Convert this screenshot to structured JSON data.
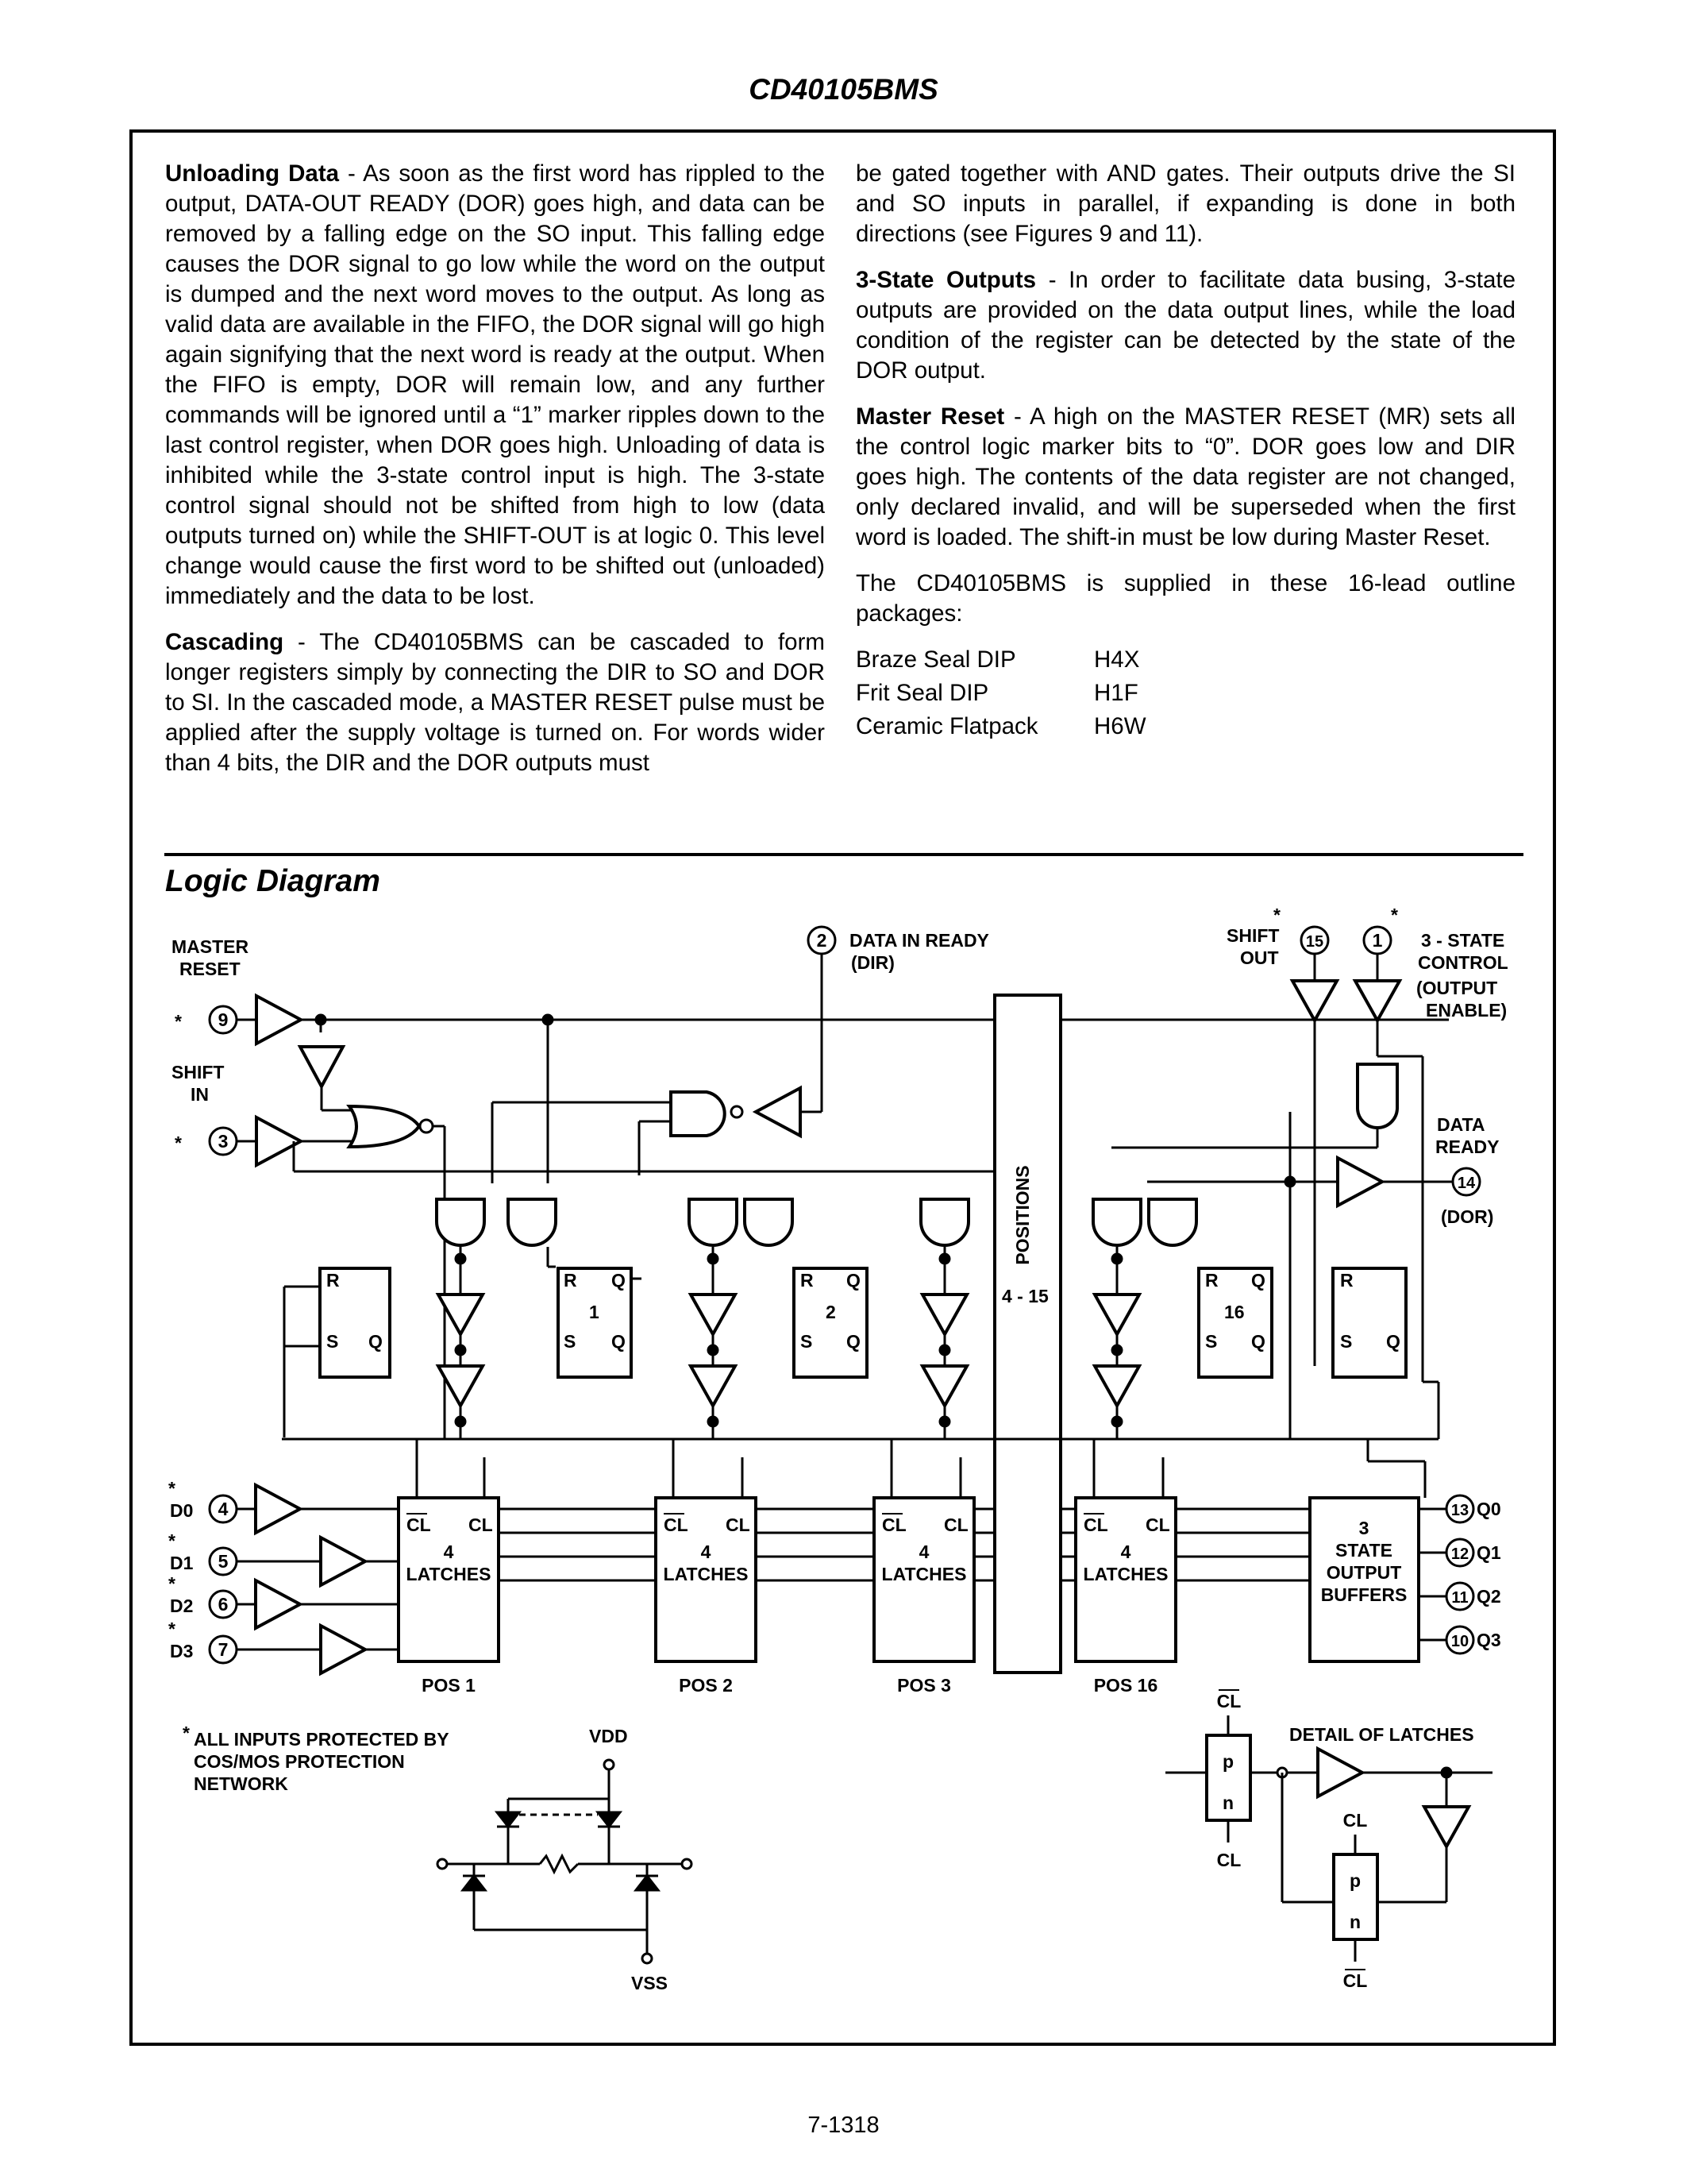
{
  "header": {
    "title": "CD40105BMS"
  },
  "left_column": {
    "unloading_heading": "Unloading Data",
    "unloading_text": " - As soon as the first word has rippled to the output, DATA-OUT READY (DOR) goes high, and data can be removed by a falling edge on the SO input. This falling edge causes the DOR signal to go low while the word on the output is dumped and the next word moves to the output. As long as valid data are available in the FIFO, the DOR signal will go high again signifying that the next word is ready at the output. When the FIFO is empty, DOR will remain low, and any further commands will be ignored until a “1” marker ripples down to the last control register, when DOR goes high. Unloading of data is inhibited while the 3-state control input is high. The 3-state control signal should not be shifted from high to low (data outputs turned on) while the SHIFT-OUT is at logic 0. This level change would cause the first word to be shifted out (unloaded) immediately and the data to be lost.",
    "cascading_heading": "Cascading",
    "cascading_text": " - The CD40105BMS can be cascaded to form longer registers simply by connecting the DIR to SO and DOR to SI. In the cascaded mode, a MASTER RESET pulse must be applied after the supply voltage is turned on. For words wider than 4 bits, the DIR and the DOR outputs must"
  },
  "right_column": {
    "continued_text": "be gated together with AND gates. Their outputs drive the SI and SO inputs in parallel, if expanding is done in both directions (see Figures 9 and 11).",
    "three_state_heading": "3-State Outputs",
    "three_state_text": " - In order to facilitate data busing, 3-state outputs are provided on the data output lines, while the load condition of the register can be detected by the state of the DOR output.",
    "master_reset_heading": "Master Reset",
    "master_reset_text": " - A high on the MASTER RESET (MR) sets all the control logic marker bits to “0”. DOR goes low and DIR goes high. The contents of the data register are not changed, only declared invalid, and will be superseded when the first word is loaded. The shift-in must be low during Master Reset.",
    "packages_intro": "The CD40105BMS is supplied in these 16-lead outline packages:",
    "packages": [
      {
        "name": "Braze Seal DIP",
        "code": "H4X"
      },
      {
        "name": "Frit Seal DIP",
        "code": "H1F"
      },
      {
        "name": "Ceramic Flatpack",
        "code": "H6W"
      }
    ]
  },
  "logic_diagram": {
    "title": "Logic Diagram",
    "labels": {
      "master": "MASTER",
      "reset": "RESET",
      "shift": "SHIFT",
      "in": "IN",
      "data_in_ready": "DATA IN READY",
      "dir": "(DIR)",
      "shift_out_1": "SHIFT",
      "shift_out_2": "OUT",
      "three_state_1": "3 - STATE",
      "three_state_2": "CONTROL",
      "three_state_3": "(OUTPUT",
      "three_state_4": "ENABLE)",
      "data_ready_1": "DATA",
      "data_ready_2": "READY",
      "dor": "(DOR)",
      "positions": "POSITIONS",
      "positions_range": "4 - 15",
      "four": "4",
      "latches": "LATCHES",
      "buf_1": "3",
      "buf_2": "STATE",
      "buf_3": "OUTPUT",
      "buf_4": "BUFFERS",
      "pos1": "POS 1",
      "pos2": "POS 2",
      "pos3": "POS 3",
      "pos16": "POS 16",
      "note_star": "*",
      "note_1": "ALL INPUTS PROTECTED BY",
      "note_2": "COS/MOS PROTECTION",
      "note_3": "NETWORK",
      "vdd": "VDD",
      "vss": "VSS",
      "detail": "DETAIL OF LATCHES",
      "cl": "CL",
      "p": "p",
      "n": "n",
      "ff_r": "R",
      "ff_s": "S",
      "ff_q": "Q",
      "ff_1": "1",
      "ff_2": "2",
      "ff_16": "16"
    },
    "pins": {
      "master_reset": "9",
      "shift_in": "3",
      "dir": "2",
      "shift_out": "15",
      "three_state": "1",
      "dor": "14",
      "d0": "4",
      "d1": "5",
      "d2": "6",
      "d3": "7",
      "q0": "13",
      "q1": "12",
      "q2": "11",
      "q3": "10"
    },
    "data_inputs": [
      "D0",
      "D1",
      "D2",
      "D3"
    ],
    "data_outputs": [
      "Q0",
      "Q1",
      "Q2",
      "Q3"
    ]
  },
  "footer": {
    "page_number": "7-1318"
  }
}
